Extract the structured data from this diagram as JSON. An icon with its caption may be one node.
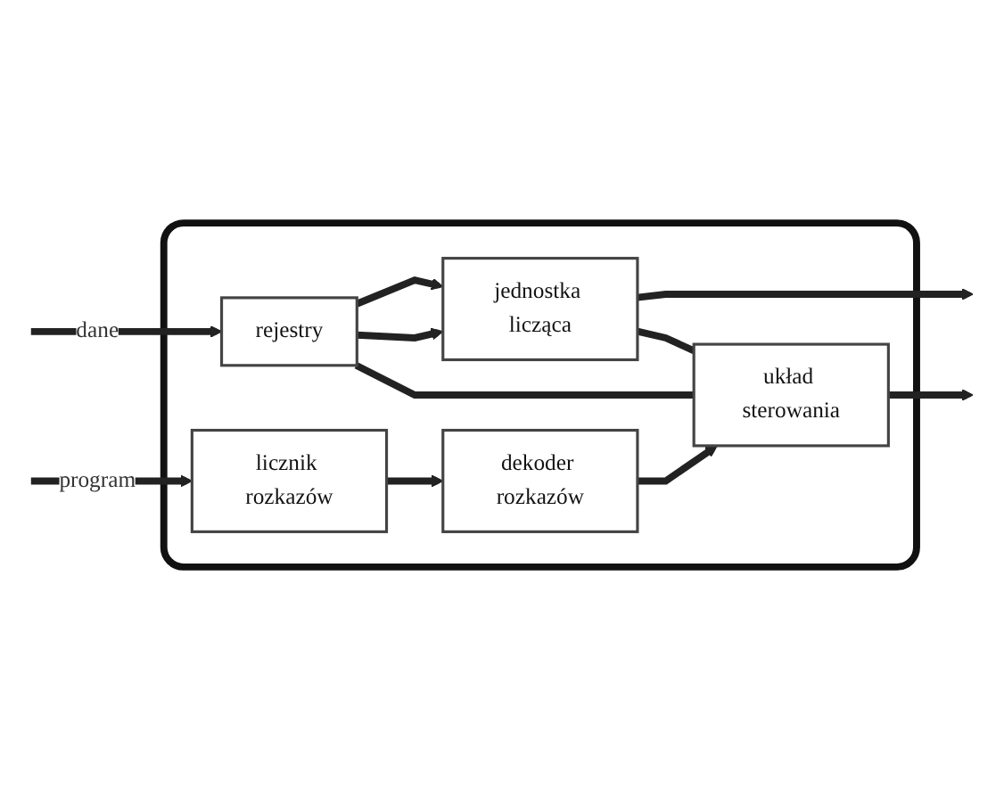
{
  "diagram": {
    "nodes": [
      {
        "text": [],
        "shape": "box"
      },
      {
        "text": [
          "rejestry"
        ],
        "in": 0
      },
      {
        "text": [
          "jednostka licząca"
        ],
        "in": 0
      },
      {
        "text": [
          "licznik rozkazów"
        ],
        "in": 0
      },
      {
        "text": [
          "dekoder rozkazów"
        ],
        "in": 0
      },
      {
        "text": [
          "układ sterowania"
        ],
        "in": 0
      }
    ],
    "edges": [
      {
        "from": null,
        "to": 1,
        "arrow": "to",
        "label": "dane"
      },
      {
        "from": 1,
        "to": 2,
        "arrow": "to"
      },
      {
        "from": 1,
        "to": 2,
        "arrow": "to"
      },
      {
        "from": 2,
        "to": null,
        "arrow": "to"
      },
      {
        "from": 1,
        "to": 5,
        "arrow": "none"
      },
      {
        "from": 2,
        "to": 5,
        "arrow": "none"
      },
      {
        "from": null,
        "to": 3,
        "arrow": "to",
        "label": "program"
      },
      {
        "from": 3,
        "to": 4,
        "arrow": "to"
      },
      {
        "from": 4,
        "to": 5,
        "arrow": "to"
      },
      {
        "from": 5,
        "to": null,
        "arrow": "to"
      }
    ]
  }
}
